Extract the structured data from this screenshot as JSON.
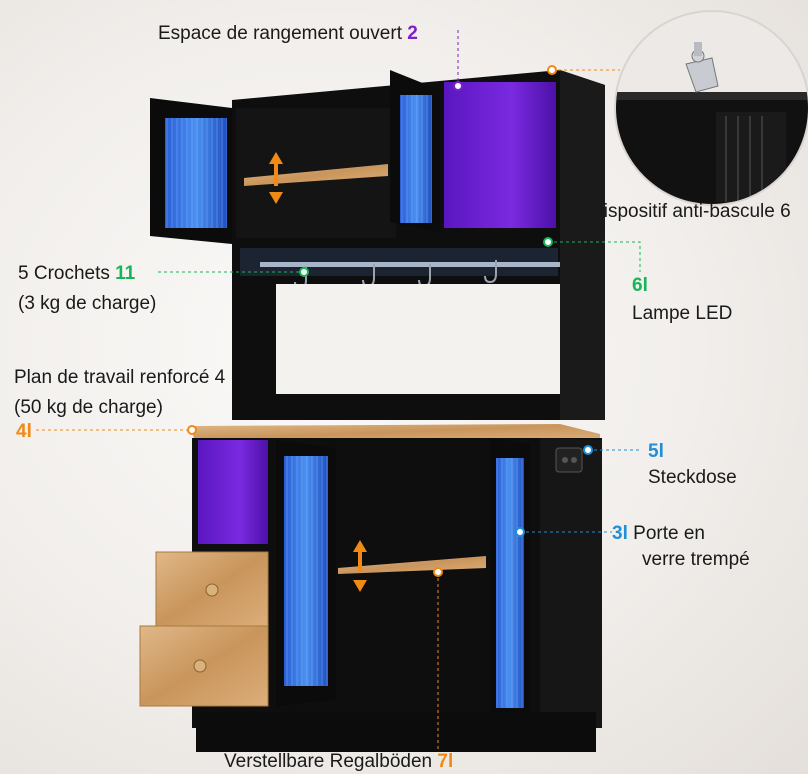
{
  "callouts": {
    "open_storage": {
      "text": "Espace de rangement ouvert",
      "num": "2"
    },
    "anti_tip": {
      "text": "Dispositif anti-bascule",
      "num": "6"
    },
    "hooks": {
      "text": "5 Crochets",
      "num": "11",
      "sub": "(3 kg de charge)"
    },
    "led": {
      "num": "6l",
      "text": "Lampe LED"
    },
    "worktop": {
      "text": "Plan de travail renforcé",
      "num": "4",
      "sub": "(50 kg de charge)",
      "tag": "4l"
    },
    "socket": {
      "num": "5l",
      "text": "Steckdose"
    },
    "glass_door": {
      "num": "3l",
      "text": "Porte en",
      "text2": "verre trempé"
    },
    "shelves": {
      "text": "Verstellbare Regalböden",
      "num": "7l"
    }
  },
  "colors": {
    "cabinet": "#0d0d0d",
    "led_blue": "#3b7de0",
    "led_purple": "#6a1fd0",
    "wood": "#d2a066",
    "orange": "#f08a14",
    "green": "#17b45a",
    "blue": "#1f8fd8"
  }
}
